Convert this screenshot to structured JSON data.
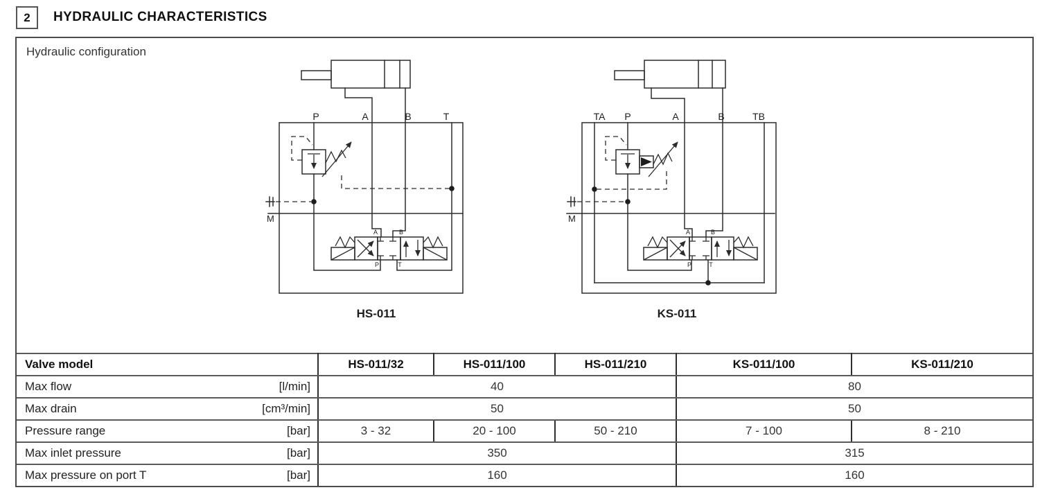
{
  "header": {
    "section_number": "2",
    "title": "HYDRAULIC CHARACTERISTICS"
  },
  "figure": {
    "caption": "Hydraulic configuration",
    "diagrams": [
      {
        "label": "HS-011",
        "ports": [
          "P",
          "A",
          "B",
          "T"
        ],
        "gauge_port": "M",
        "valve_ports": [
          "A",
          "B",
          "P",
          "T"
        ]
      },
      {
        "label": "KS-011",
        "ports": [
          "TA",
          "P",
          "A",
          "B",
          "TB"
        ],
        "gauge_port": "M",
        "valve_ports": [
          "A",
          "B",
          "P",
          "T"
        ]
      }
    ]
  },
  "table": {
    "row_header": "Valve model",
    "models": [
      "HS-011/32",
      "HS-011/100",
      "HS-011/210",
      "KS-011/100",
      "KS-011/210"
    ],
    "rows": [
      {
        "label": "Max flow",
        "unit": "[l/min]",
        "cells": [
          {
            "value": "40",
            "span": 3
          },
          {
            "value": "80",
            "span": 2
          }
        ]
      },
      {
        "label": "Max drain",
        "unit": "[cm³/min]",
        "cells": [
          {
            "value": "50",
            "span": 3
          },
          {
            "value": "50",
            "span": 2
          }
        ]
      },
      {
        "label": "Pressure range",
        "unit": "[bar]",
        "cells": [
          {
            "value": "3 - 32",
            "span": 1
          },
          {
            "value": "20 - 100",
            "span": 1
          },
          {
            "value": "50 - 210",
            "span": 1
          },
          {
            "value": "7 - 100",
            "span": 1
          },
          {
            "value": "8 - 210",
            "span": 1
          }
        ]
      },
      {
        "label": "Max inlet pressure",
        "unit": "[bar]",
        "cells": [
          {
            "value": "350",
            "span": 3
          },
          {
            "value": "315",
            "span": 2
          }
        ]
      },
      {
        "label": "Max pressure on port T",
        "unit": "[bar]",
        "cells": [
          {
            "value": "160",
            "span": 3
          },
          {
            "value": "160",
            "span": 2
          }
        ]
      }
    ]
  },
  "colors": {
    "line": "#2b2b2b",
    "border": "#4a4a4a",
    "text": "#222222"
  }
}
